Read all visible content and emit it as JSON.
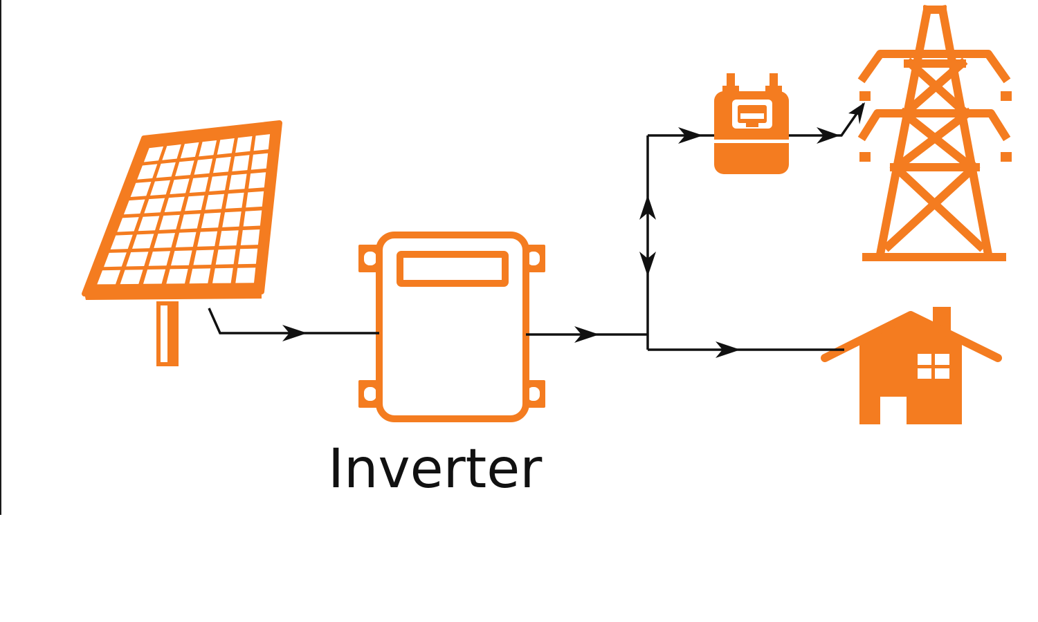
{
  "diagram": {
    "inverter_label": "Inverter",
    "accent_color": "#f47c20",
    "line_color": "#111111",
    "nodes": [
      {
        "id": "solar-panel",
        "icon": "solar-panel-icon"
      },
      {
        "id": "inverter",
        "icon": "inverter-icon"
      },
      {
        "id": "electric-meter",
        "icon": "electric-meter-icon"
      },
      {
        "id": "power-grid-tower",
        "icon": "transmission-tower-icon"
      },
      {
        "id": "house",
        "icon": "house-icon"
      }
    ],
    "connections": [
      {
        "from": "solar-panel",
        "to": "inverter",
        "direction": "forward"
      },
      {
        "from": "inverter",
        "to": "junction",
        "direction": "forward"
      },
      {
        "from": "junction",
        "to": "electric-meter",
        "direction": "bidirectional"
      },
      {
        "from": "electric-meter",
        "to": "power-grid-tower",
        "direction": "forward"
      },
      {
        "from": "junction",
        "to": "house",
        "direction": "forward"
      }
    ]
  }
}
